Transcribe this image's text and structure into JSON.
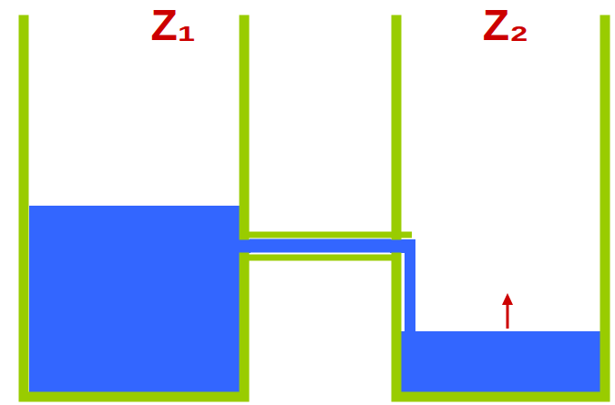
{
  "diagram": {
    "nodes": [
      {
        "text": [
          "Z₁"
        ]
      },
      {
        "text": [
          "Z₂"
        ]
      }
    ],
    "edges": [
      {
        "from": 0,
        "to": 1,
        "arrow": "none"
      }
    ]
  }
}
